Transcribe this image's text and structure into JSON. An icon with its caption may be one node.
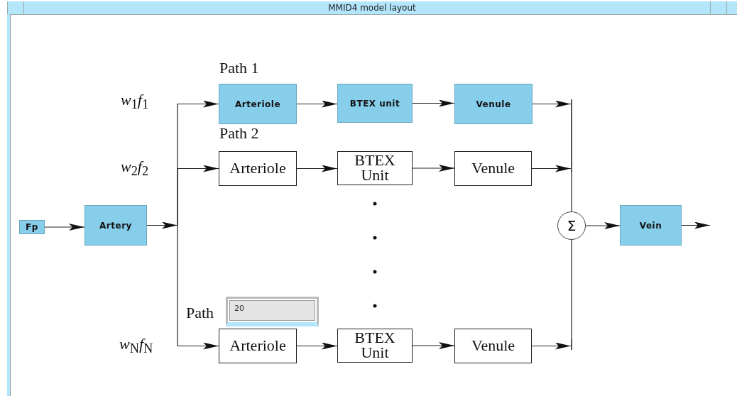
{
  "diagram": {
    "title": "MMID4 model layout",
    "nodes": [
      {
        "text": [
          "Fp"
        ]
      },
      {
        "text": [
          "Artery"
        ]
      },
      {
        "text": [
          "Arteriole"
        ],
        "beside": [
          "Path 1"
        ]
      },
      {
        "text": [
          "BTEX unit"
        ]
      },
      {
        "text": [
          "Venule"
        ]
      },
      {
        "text": [
          "Arteriole"
        ],
        "beside": [
          "Path 2"
        ]
      },
      {
        "text": [
          "BTEX Unit"
        ]
      },
      {
        "text": [
          "Venule"
        ]
      },
      {
        "text": [
          "Arteriole"
        ]
      },
      {
        "text": [
          "BTEX Unit"
        ]
      },
      {
        "text": [
          "Venule"
        ]
      },
      {
        "text": [
          "Σ"
        ]
      },
      {
        "text": [
          "Vein"
        ]
      },
      {
        "text": [],
        "shape": "bar"
      },
      {
        "text": [],
        "shape": "bar"
      }
    ],
    "edges": [
      {
        "from": 0,
        "to": 1,
        "arrow": "to"
      },
      {
        "from": 1,
        "to": 2,
        "arrow": "to"
      },
      {
        "from": 1,
        "to": 5,
        "arrow": "to"
      },
      {
        "from": 1,
        "to": 8,
        "arrow": "to"
      },
      {
        "from": 2,
        "to": 3,
        "arrow": "to"
      },
      {
        "from": 3,
        "to": 4,
        "arrow": "to"
      },
      {
        "from": 5,
        "to": 6,
        "arrow": "to"
      },
      {
        "from": 6,
        "to": 7,
        "arrow": "to"
      },
      {
        "from": 8,
        "to": 9,
        "arrow": "to"
      },
      {
        "from": 9,
        "to": 10,
        "arrow": "to"
      },
      {
        "from": 4,
        "to": 13,
        "arrow": "to"
      },
      {
        "from": 7,
        "to": 13,
        "arrow": "to"
      },
      {
        "from": 10,
        "to": 14,
        "arrow": "to"
      },
      {
        "from": 13,
        "to": 11,
        "arrow": "none"
      },
      {
        "from": 14,
        "to": 11,
        "arrow": "none"
      },
      {
        "from": 11,
        "to": 12,
        "arrow": "to"
      },
      {
        "from": 12,
        "to": null,
        "arrow": "to"
      }
    ],
    "labels": [
      "*w*$_{1}$*f*$_{1}$",
      "*w*$_{2}$*f*$_{2}$",
      "Path",
      "20",
      "*w*$_{N}$*f*$_{N}$"
    ]
  }
}
